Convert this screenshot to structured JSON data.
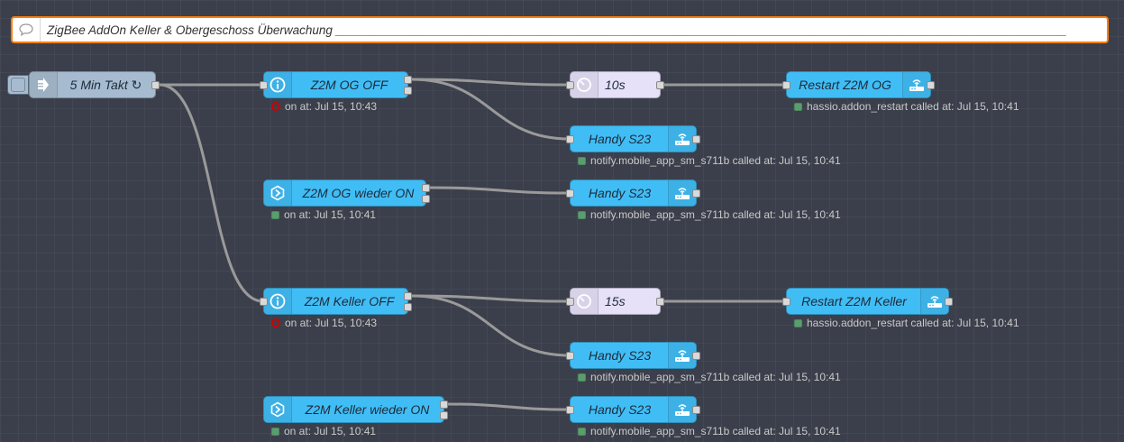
{
  "comment": {
    "text": "ZigBee AddOn Keller & Obergeschoss Überwachung ____________________________________________________________________________________________________________"
  },
  "inject": {
    "label": "5 Min Takt ↻"
  },
  "nodes": {
    "og_off": {
      "label": "Z2M OG OFF",
      "status": "on at: Jul 15, 10:43"
    },
    "og_on": {
      "label": "Z2M OG wieder ON",
      "status": "on at: Jul 15, 10:41"
    },
    "keller_off": {
      "label": "Z2M Keller OFF",
      "status": "on at: Jul 15, 10:43"
    },
    "keller_on": {
      "label": "Z2M Keller wieder ON",
      "status": "on at: Jul 15, 10:41"
    },
    "delay_og": {
      "label": "10s"
    },
    "delay_keller": {
      "label": "15s"
    },
    "restart_og": {
      "label": "Restart Z2M OG",
      "status": "hassio.addon_restart called at: Jul 15, 10:41"
    },
    "restart_keller": {
      "label": "Restart Z2M Keller",
      "status": "hassio.addon_restart called at: Jul 15, 10:41"
    },
    "handy1": {
      "label": "Handy S23",
      "status": "notify.mobile_app_sm_s711b called at: Jul 15, 10:41"
    },
    "handy2": {
      "label": "Handy S23",
      "status": "notify.mobile_app_sm_s711b called at: Jul 15, 10:41"
    },
    "handy3": {
      "label": "Handy S23",
      "status": "notify.mobile_app_sm_s711b called at: Jul 15, 10:41"
    },
    "handy4": {
      "label": "Handy S23",
      "status": "notify.mobile_app_sm_s711b called at: Jul 15, 10:41"
    }
  },
  "colors": {
    "ha_node": "#41bdf5",
    "inject_node": "#a6bbcf",
    "delay_node": "#e6e0f8",
    "comment_border": "#ff7f0e",
    "status_green": "#5a9e6f",
    "status_red": "#cc0000"
  },
  "icons": {
    "inject": "arrow-right-icon",
    "state": "info-icon",
    "trigger": "hexagon-arrow-icon",
    "delay": "timer-icon",
    "service": "router-icon",
    "comment": "speech-bubble-icon"
  }
}
